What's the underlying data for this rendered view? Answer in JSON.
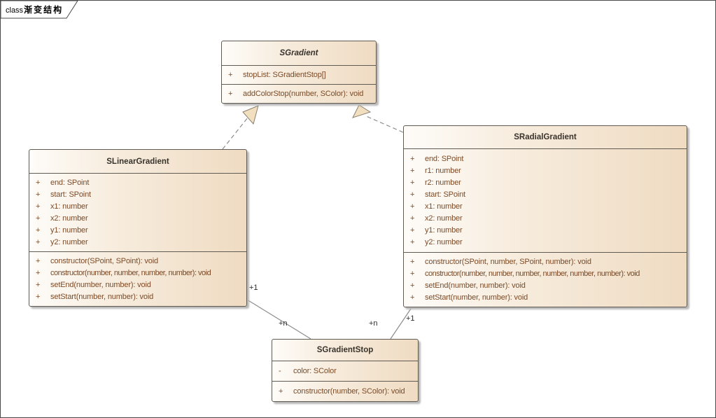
{
  "frame": {
    "keyword": "class",
    "title": "渐变结构"
  },
  "colors": {
    "box_fill_light": "#FEFCF9",
    "box_fill_dark": "#EFDBC2",
    "box_border": "#5F5B52",
    "member_text": "#7C4A26",
    "title_text": "#38332B",
    "connector": "#8C8C8C",
    "arrow_fill": "#F2DFBF",
    "shadow": "#B9B9B9"
  },
  "classes": {
    "sgradient": {
      "name": "SGradient",
      "abstract": true,
      "attributes": [
        {
          "vis": "+",
          "text": "stopList: SGradientStop[]"
        }
      ],
      "operations": [
        {
          "vis": "+",
          "text": "addColorStop(number, SColor): void"
        }
      ]
    },
    "slineargradient": {
      "name": "SLinearGradient",
      "abstract": false,
      "attributes": [
        {
          "vis": "+",
          "text": "end: SPoint"
        },
        {
          "vis": "+",
          "text": "start: SPoint"
        },
        {
          "vis": "+",
          "text": "x1: number"
        },
        {
          "vis": "+",
          "text": "x2: number"
        },
        {
          "vis": "+",
          "text": "y1: number"
        },
        {
          "vis": "+",
          "text": "y2: number"
        }
      ],
      "operations": [
        {
          "vis": "+",
          "text": "constructor(SPoint, SPoint): void"
        },
        {
          "vis": "+",
          "text": "constructor(number, number, number, number): void"
        },
        {
          "vis": "+",
          "text": "setEnd(number, number): void"
        },
        {
          "vis": "+",
          "text": "setStart(number, number): void"
        }
      ]
    },
    "sradialgradient": {
      "name": "SRadialGradient",
      "abstract": false,
      "attributes": [
        {
          "vis": "+",
          "text": "end: SPoint"
        },
        {
          "vis": "+",
          "text": "r1: number"
        },
        {
          "vis": "+",
          "text": "r2: number"
        },
        {
          "vis": "+",
          "text": "start: SPoint"
        },
        {
          "vis": "+",
          "text": "x1: number"
        },
        {
          "vis": "+",
          "text": "x2: number"
        },
        {
          "vis": "+",
          "text": "y1: number"
        },
        {
          "vis": "+",
          "text": "y2: number"
        }
      ],
      "operations": [
        {
          "vis": "+",
          "text": "constructor(SPoint, number, SPoint, number): void"
        },
        {
          "vis": "+",
          "text": "constructor(number, number, number, number, number, number): void"
        },
        {
          "vis": "+",
          "text": "setEnd(number, number): void"
        },
        {
          "vis": "+",
          "text": "setStart(number, number): void"
        }
      ]
    },
    "sgradientstop": {
      "name": "SGradientStop",
      "abstract": false,
      "attributes": [
        {
          "vis": "-",
          "text": "color: SColor"
        }
      ],
      "operations": [
        {
          "vis": "+",
          "text": "constructor(number, SColor): void"
        }
      ]
    }
  },
  "connectors": {
    "linear_realizes_gradient": {
      "type": "realization"
    },
    "radial_realizes_gradient": {
      "type": "realization"
    },
    "linear_assoc_stop": {
      "type": "association",
      "source_label": "+1",
      "target_label": "+n"
    },
    "radial_assoc_stop": {
      "type": "association",
      "source_label": "+1",
      "target_label": "+n"
    }
  }
}
